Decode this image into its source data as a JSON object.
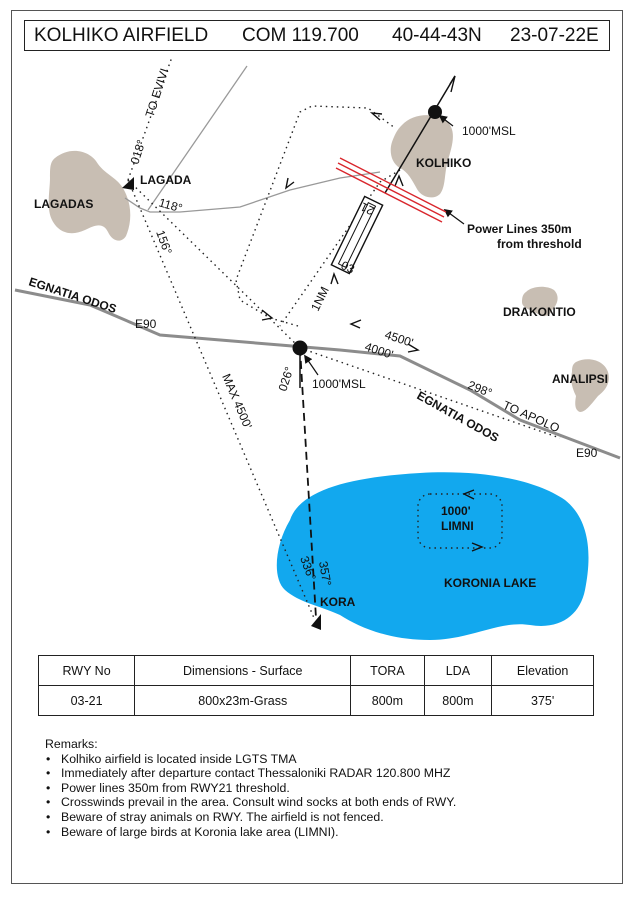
{
  "header": {
    "airfield": "KOLHIKO AIRFIELD",
    "com": "COM 119.700",
    "latitude": "40-44-43N",
    "longitude": "23-07-22E"
  },
  "map": {
    "towns": {
      "lagadas": "LAGADAS",
      "lagada": "LAGADA",
      "kolhiko": "KOLHIKO",
      "drakontio": "DRAKONTIO",
      "analipsi": "ANALIPSI"
    },
    "roads": {
      "egnatia_west": "EGNATIA ODOS",
      "e90_west": "E90",
      "egnatia_east": "EGNATIA ODOS",
      "e90_east": "E90"
    },
    "routes": {
      "to_evivi": "TO EVIVI",
      "to_apolo": "TO APOLO",
      "max_alt": "MAX 4500'"
    },
    "bearings": {
      "b018": "018°",
      "b118": "118°",
      "b156": "156°",
      "b026": "026°",
      "b298": "298°",
      "b336": "336°",
      "b357": "357°"
    },
    "distance_1nm": "1NM",
    "alt_4500": "4500'",
    "alt_4000": "4000'",
    "msl_north": "1000'MSL",
    "msl_south": "1000'MSL",
    "power_lines_1": "Power Lines 350m",
    "power_lines_2": "from threshold",
    "rwy_21": "21",
    "rwy_03": "03",
    "limni_alt": "1000'",
    "limni": "LIMNI",
    "lake": "KORONIA LAKE",
    "kora": "KORA"
  },
  "runway_table": {
    "headers": [
      "RWY No",
      "Dimensions - Surface",
      "TORA",
      "LDA",
      "Elevation"
    ],
    "row": [
      "03-21",
      "800x23m-Grass",
      "800m",
      "800m",
      "375'"
    ]
  },
  "remarks": {
    "title": "Remarks:",
    "items": [
      "Kolhiko airfield is located inside LGTS TMA",
      "Immediately after departure contact Thessaloniki RADAR 120.800 MHZ",
      "Power lines 350m from RWY21 threshold.",
      "Crosswinds prevail in the area. Consult wind socks at both ends of RWY.",
      "Beware of stray animals on RWY. The airfield is not fenced.",
      "Beware of large birds at Koronia lake area (LIMNI)."
    ]
  },
  "colors": {
    "lake": "#12a8ee",
    "town": "#c8beb3",
    "road": "#8c8c8c",
    "power_lines": "#d9262c"
  }
}
